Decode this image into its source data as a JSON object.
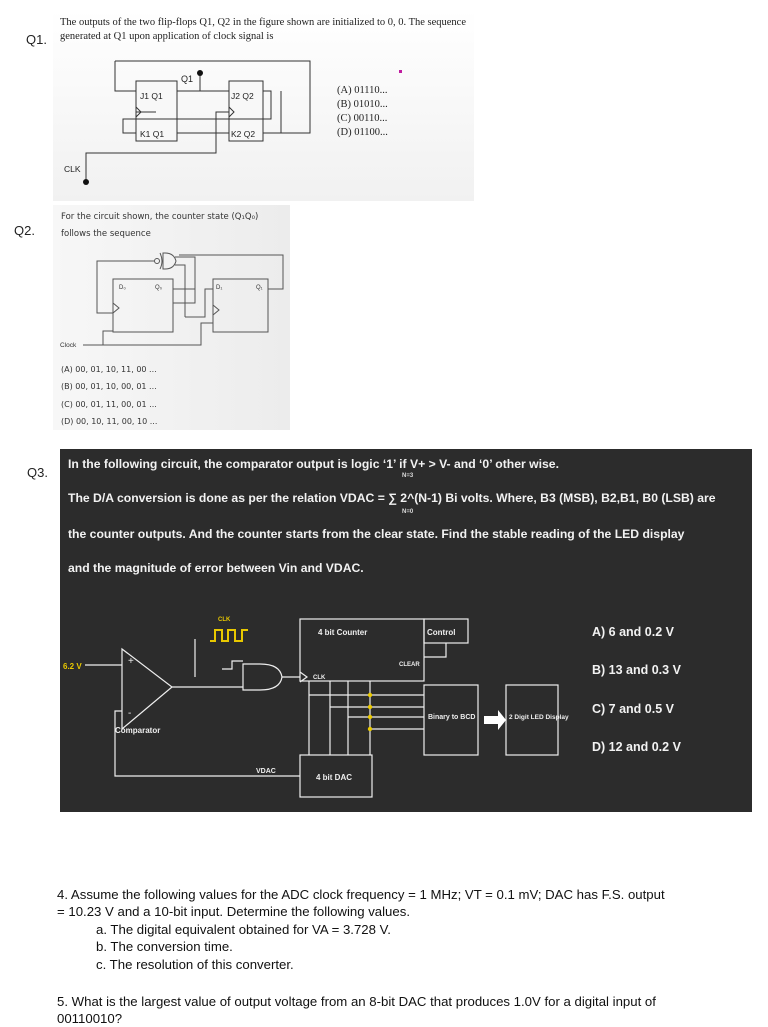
{
  "q1": {
    "number": "Q1.",
    "text_line1": "The outputs of the two flip-flops Q1, Q2 in the figure shown are initialized to 0, 0. The sequence",
    "text_line2": "generated at Q1 upon application of clock signal is",
    "options": [
      "(A) 01110...",
      "(B) 01010...",
      "(C) 00110...",
      "(D) 01100..."
    ],
    "labels": {
      "q1_out": "Q1",
      "j1q1": "J1 Q1",
      "k1q1": "K1 Q1",
      "j2q2": "J2 Q2",
      "k2q2": "K2 Q2",
      "clk": "CLK"
    }
  },
  "q2": {
    "number": "Q2.",
    "text_line1": "For the circuit shown, the counter state (Q₁Q₀)",
    "text_line2": "follows the sequence",
    "options": [
      "(A) 00, 01, 10, 11, 00 ...",
      "(B) 00, 01, 10, 00, 01 ...",
      "(C) 00, 01, 11, 00, 01 ...",
      "(D) 00, 10, 11, 00, 10 ..."
    ],
    "labels": {
      "d0": "D₀",
      "q0": "Q₀",
      "d1": "D₁",
      "q1": "Q₁",
      "clock": "Clock"
    }
  },
  "q3": {
    "number": "Q3.",
    "line1": "In the following circuit, the comparator output is logic ‘1’ if V+ > V- and ‘0’ other wise.",
    "line2": "The D/A conversion is done as per the relation VDAC = ∑ 2^(N-1) Bi  volts. Where, B3 (MSB), B2,B1, B0 (LSB) are",
    "sum_top": "N=3",
    "sum_bottom": "N=0",
    "line3": "the counter outputs. And the counter starts from the clear state. Find the stable reading of the LED display",
    "line4": "and the magnitude of error between Vin and VDAC.",
    "options": [
      "A) 6 and 0.2 V",
      "B) 13 and 0.3 V",
      "C)  7 and 0.5 V",
      "D) 12 and 0.2 V"
    ],
    "labels": {
      "vin": "6.2 V",
      "comparator": "Comparator",
      "clk_top": "CLK",
      "counter": "4 bit Counter",
      "control": "Control",
      "clear": "CLEAR",
      "clk_in": "CLK",
      "bcd": "Binary to BCD",
      "led": "2 Digit LED Display",
      "dac": "4 bit DAC",
      "vdac": "VDAC"
    }
  },
  "q4": {
    "line1": "4. Assume the following values for the ADC clock frequency = 1 MHz; VT = 0.1 mV; DAC has F.S. output",
    "line2": "= 10.23 V and a 10-bit input. Determine the following values.",
    "parts": [
      "a. The digital equivalent obtained for VA = 3.728 V.",
      "b. The conversion time.",
      "c. The resolution of this converter."
    ]
  },
  "q5": {
    "line1": "5. What is the largest value of output voltage from an 8-bit DAC that produces 1.0V for a digital input of",
    "line2": "00110010?"
  }
}
